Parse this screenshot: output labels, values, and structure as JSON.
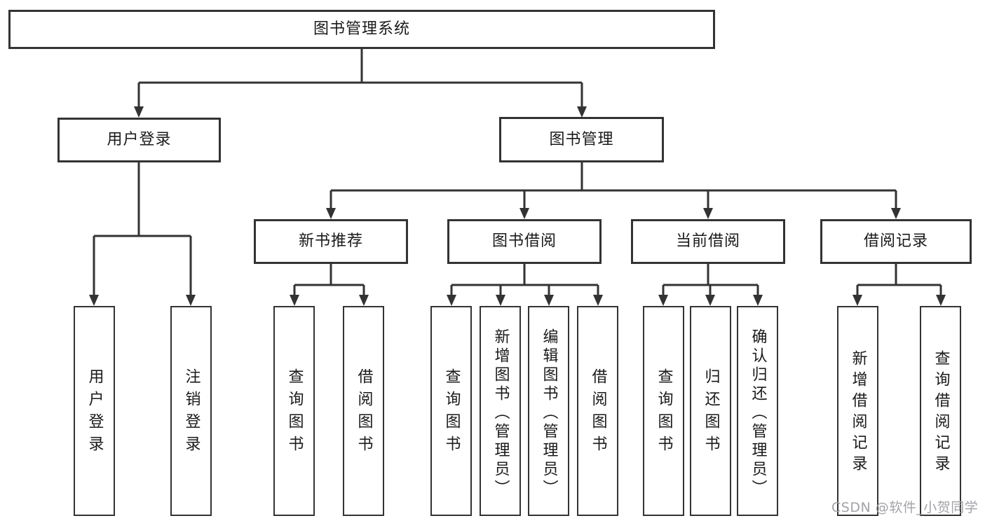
{
  "tree": {
    "root": "图书管理系统",
    "branches": [
      {
        "label": "用户登录",
        "children": [
          "用户登录",
          "注销登录"
        ]
      },
      {
        "label": "图书管理",
        "groups": [
          {
            "label": "新书推荐",
            "children": [
              "查询图书",
              "借阅图书"
            ]
          },
          {
            "label": "图书借阅",
            "children": [
              "查询图书",
              "新增图书（管理员）",
              "编辑图书（管理员）",
              "借阅图书"
            ]
          },
          {
            "label": "当前借阅",
            "children": [
              "查询图书",
              "归还图书",
              "确认归还（管理员）"
            ]
          },
          {
            "label": "借阅记录",
            "children": [
              "新增借阅记录",
              "查询借阅记录"
            ]
          }
        ]
      }
    ]
  },
  "colors": {
    "line": "#333333",
    "box_fill": "#ffffff",
    "text": "#1a1a1a",
    "watermark": "#a3a3a8"
  },
  "watermark": "CSDN @软件_小贺同学"
}
